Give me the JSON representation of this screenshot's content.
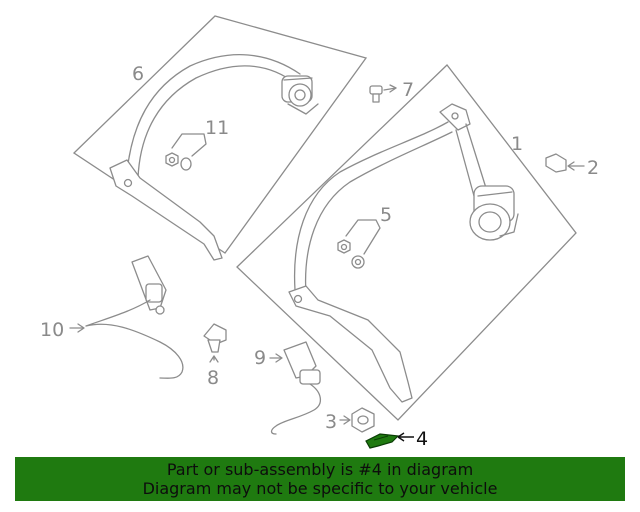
{
  "callouts": {
    "c1": "1",
    "c2": "2",
    "c3": "3",
    "c4": "4",
    "c5": "5",
    "c6": "6",
    "c7": "7",
    "c8": "8",
    "c9": "9",
    "c10": "10",
    "c11": "11"
  },
  "highlight_color": "#1f7a10",
  "banner": {
    "line1": "Part or sub-assembly is #4 in diagram",
    "line2": "Diagram may not be specific to your vehicle"
  }
}
